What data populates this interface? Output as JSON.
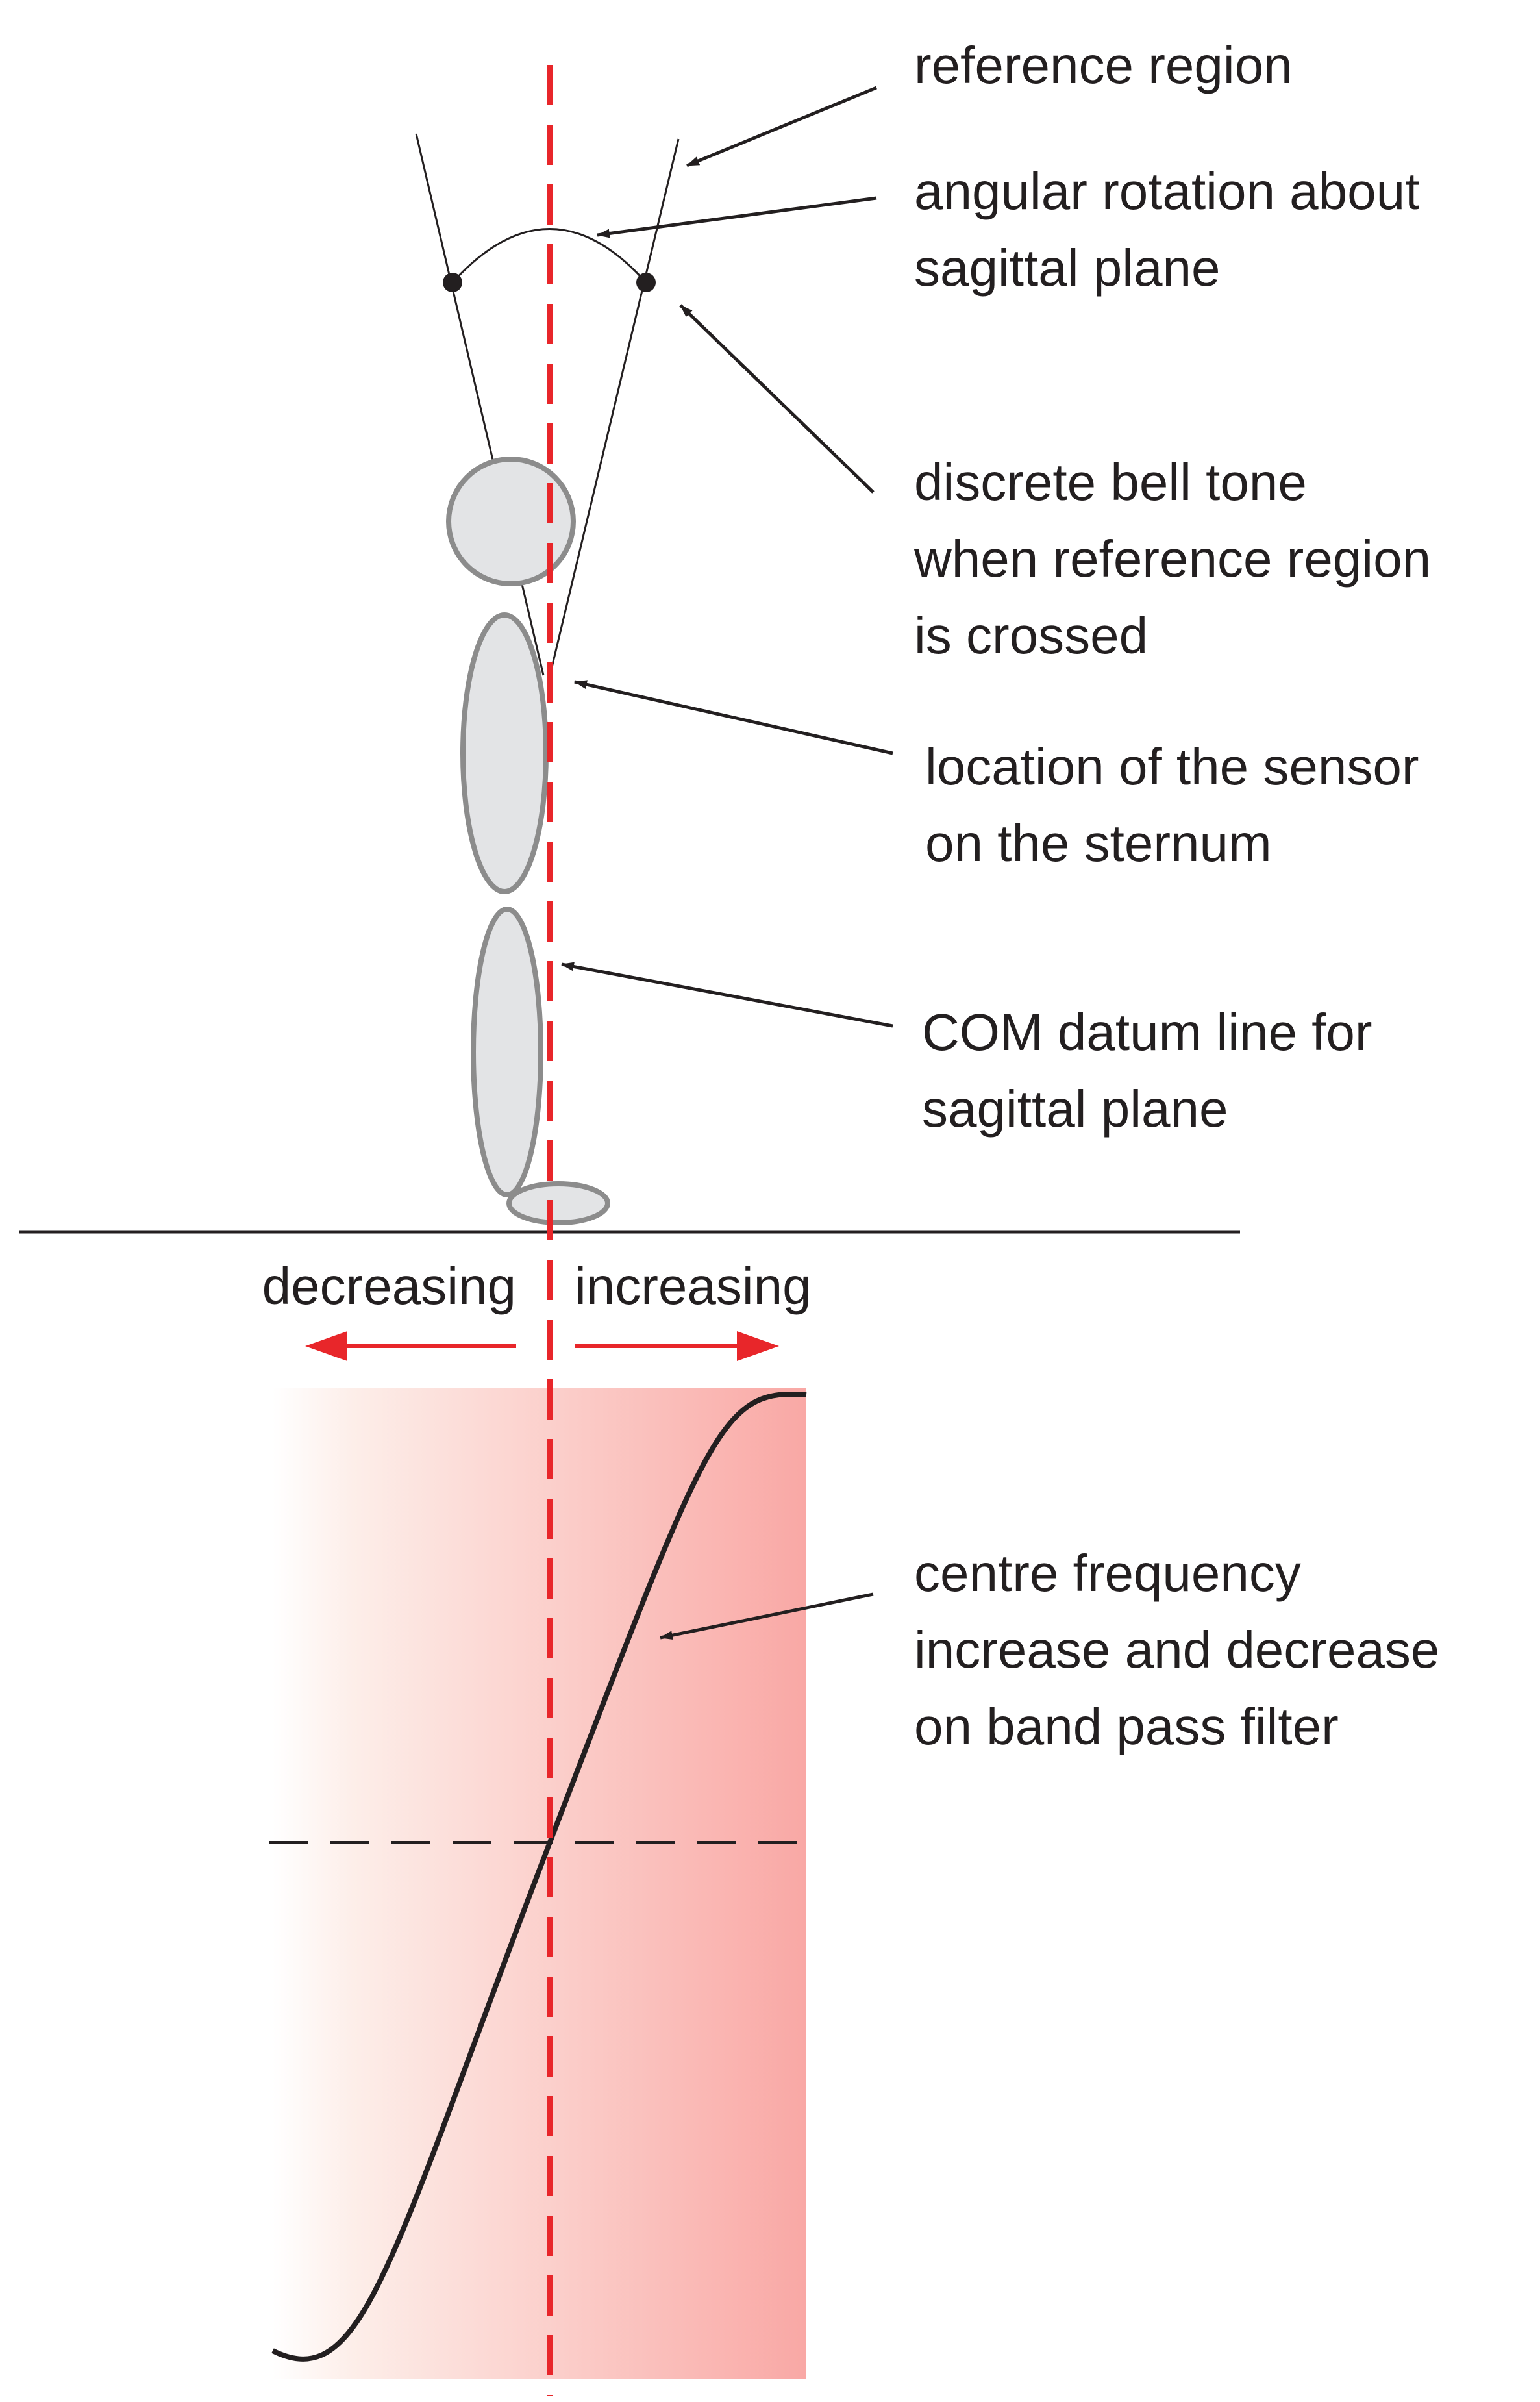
{
  "labels": {
    "reference_region": "reference region",
    "angular_rotation": [
      "angular rotation about",
      "sagittal plane"
    ],
    "bell_tone": [
      "discrete bell tone",
      "when reference region",
      "is crossed"
    ],
    "sensor_location": [
      "location of the sensor",
      "on the sternum"
    ],
    "com_datum": [
      "COM datum line for",
      "sagittal plane"
    ],
    "decreasing": "decreasing",
    "increasing": "increasing",
    "centre_frequency": [
      "centre frequency",
      "increase and decrease",
      "on band pass filter"
    ]
  },
  "colors": {
    "datum_line": "#e8262a",
    "body_fill": "#e3e4e6",
    "body_stroke": "#8c8c8c",
    "gradient_light": "#fdf3ef",
    "gradient_dark": "#f9a8a5",
    "ink": "#231f20"
  }
}
